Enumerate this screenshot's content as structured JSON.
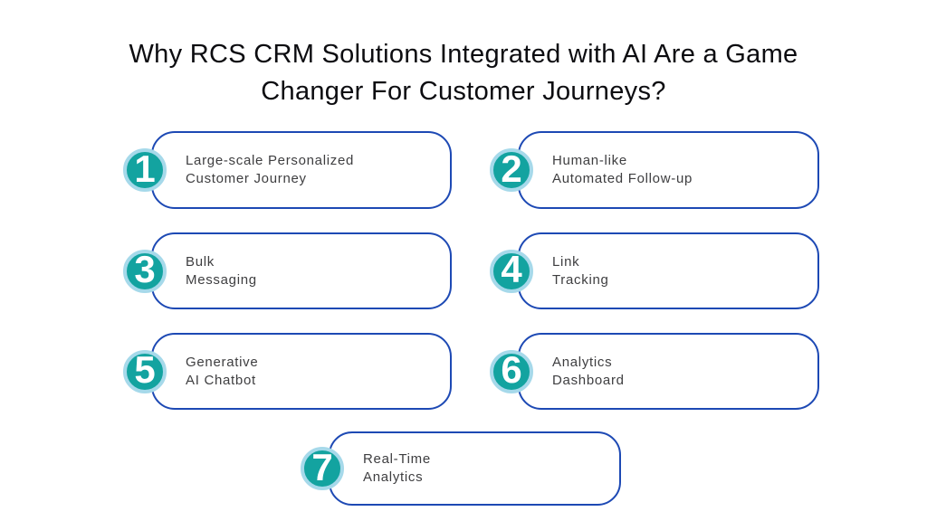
{
  "title": {
    "lines": [
      "Why RCS CRM Solutions Integrated with AI Are a Game",
      "Changer For Customer Journeys?"
    ]
  },
  "items": [
    {
      "number": "1",
      "line1": "Large-scale Personalized",
      "line2": "Customer Journey"
    },
    {
      "number": "2",
      "line1": "Human-like",
      "line2": "Automated Follow-up"
    },
    {
      "number": "3",
      "line1": "Bulk",
      "line2": "Messaging"
    },
    {
      "number": "4",
      "line1": "Link",
      "line2": "Tracking"
    },
    {
      "number": "5",
      "line1": "Generative",
      "line2": "AI Chatbot"
    },
    {
      "number": "6",
      "line1": "Analytics",
      "line2": "Dashboard"
    },
    {
      "number": "7",
      "line1": "Real-Time",
      "line2": "Analytics"
    }
  ],
  "colors": {
    "background": "#ffffff",
    "border_blue": "#1d49b4",
    "circle_teal": "#13a3a0",
    "circle_ring": "#a6d9ea",
    "title_text": "#0c0c10",
    "item_text": "#3e3e40",
    "number_text": "#ffffff"
  }
}
